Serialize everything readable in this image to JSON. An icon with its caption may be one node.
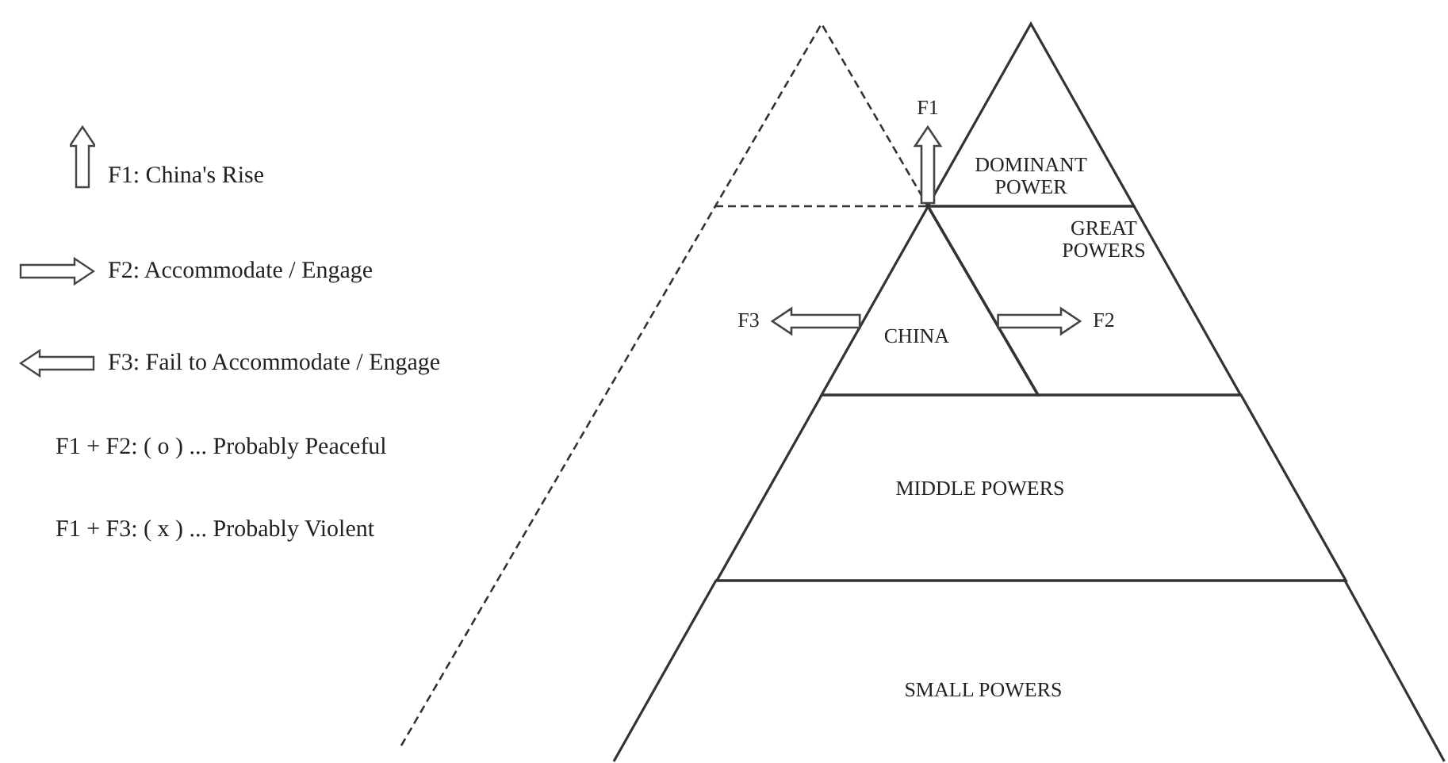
{
  "diagram": {
    "nodes": [
      {
        "text": [],
        "shape": "triangle"
      },
      {
        "text": [
          "F1"
        ]
      },
      {
        "text": [
          "DOMINANT POWER"
        ]
      },
      {
        "text": [
          "GREAT POWERS"
        ]
      },
      {
        "text": [
          "F3"
        ],
        "in": 0
      },
      {
        "text": [
          "CHINA"
        ]
      },
      {
        "text": [
          "F2"
        ],
        "in": 3
      },
      {
        "text": [
          "MIDDLE POWERS"
        ]
      },
      {
        "text": [
          "SMALL POWERS"
        ]
      }
    ],
    "edges": [
      {
        "from": 5,
        "to": 1,
        "arrow": "to"
      },
      {
        "from": 5,
        "to": 4,
        "arrow": "to"
      },
      {
        "from": 5,
        "to": 6,
        "arrow": "to"
      }
    ],
    "labels": [
      "F1 + F2: ( o ) ... Probably Peaceful",
      "F1 + F3: ( x ) ... Probably Violent"
    ],
    "legend": [
      {
        "text": "F1: China's Rise"
      },
      {
        "text": "F2: Accommodate / Engage"
      },
      {
        "text": "F3: Fail to Accommodate / Engage"
      }
    ]
  }
}
